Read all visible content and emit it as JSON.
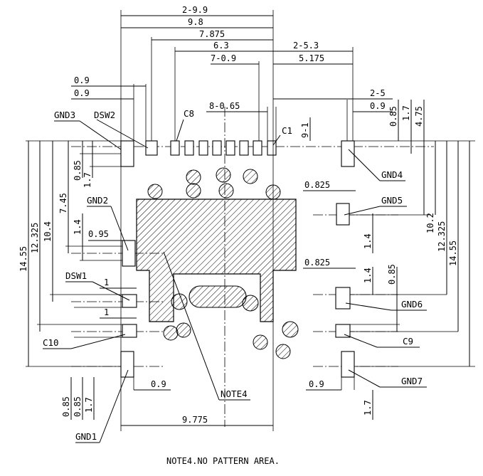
{
  "top_dimensions": {
    "d_2_9_9": "2-9.9",
    "d_9_8": "9.8",
    "d_7_875": "7.875",
    "d_6_3": "6.3",
    "d_7_0_9": "7-0.9",
    "d_2_5_3": "2-5.3",
    "d_5_175": "5.175",
    "d_0_9a": "0.9",
    "d_0_9b": "0.9",
    "d_8_0_65": "8-0.65",
    "d_2_5": "2-5",
    "d_0_9c": "0.9",
    "d_9_1": "9-1",
    "d_0_85": "0.85",
    "d_1_7": "1.7",
    "d_4_75": "4.75"
  },
  "left_dimensions": {
    "d_14_55": "14.55",
    "d_12_325": "12.325",
    "d_10_4": "10.4",
    "d_7_45": "7.45",
    "d_0_85": "0.85",
    "d_1_7": "1.7",
    "d_1_4": "1.4",
    "d_0_95": "0.95",
    "d_1a": "1",
    "d_1b": "1"
  },
  "right_dimensions": {
    "d_0_825a": "0.825",
    "d_0_825b": "0.825",
    "d_10_2": "10.2",
    "d_12_325": "12.325",
    "d_14_55": "14.55",
    "d_1_4a": "1.4",
    "d_1_4b": "1.4",
    "d_0_85": "0.85",
    "d_0_9": "0.9",
    "d_1_7": "1.7"
  },
  "bottom_dimensions": {
    "d_0_85a": "0.85",
    "d_0_85b": "0.85",
    "d_1_7": "1.7",
    "d_0_9": "0.9",
    "d_9_775": "9.775"
  },
  "pad_labels": {
    "gnd1": "GND1",
    "gnd2": "GND2",
    "gnd3": "GND3",
    "gnd4": "GND4",
    "gnd5": "GND5",
    "gnd6": "GND6",
    "gnd7": "GND7",
    "dsw1": "DSW1",
    "dsw2": "DSW2",
    "c1": "C1",
    "c8": "C8",
    "c9": "C9",
    "c10": "C10",
    "note4": "NOTE4"
  },
  "footnote": "NOTE4.NO PATTERN AREA."
}
